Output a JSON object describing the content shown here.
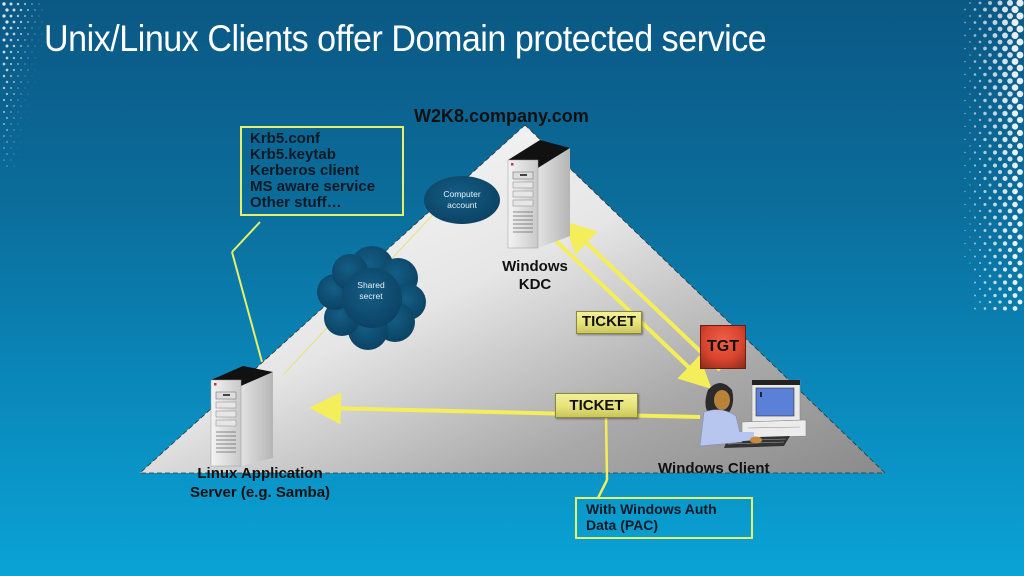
{
  "slide": {
    "title": "Unix/Linux Clients offer Domain protected service",
    "domain_label": "W2K8.company.com",
    "colors": {
      "background_top": "#0b5884",
      "background_bottom": "#0aa3d6",
      "callout_border": "#e5ef6a",
      "arrow": "#f4ee5a",
      "ticket_fill": "#e6e27a",
      "tgt_fill": "#d8442e",
      "bubble_fill": "#0d4f73"
    }
  },
  "config_callout": {
    "items": [
      "Krb5.conf",
      "Krb5.keytab",
      "Kerberos client",
      "MS aware service",
      "Other stuff…"
    ]
  },
  "bubbles": {
    "computer_account": [
      "Computer",
      "account"
    ],
    "shared_secret": [
      "Shared",
      "secret"
    ]
  },
  "nodes": {
    "kdc": [
      "Windows",
      "KDC"
    ],
    "linux_server": [
      "Linux Application",
      "Server (e.g. Samba)"
    ],
    "windows_client": "Windows Client"
  },
  "tokens": {
    "ticket_upper": "TICKET",
    "ticket_lower": "TICKET",
    "tgt": "TGT"
  },
  "pac_callout": {
    "lines": [
      "With Windows Auth",
      "Data (PAC)"
    ]
  },
  "icons": {
    "kdc_server": "server-tower-icon",
    "linux_server": "server-tower-icon",
    "windows_client": "user-at-computer-icon"
  }
}
